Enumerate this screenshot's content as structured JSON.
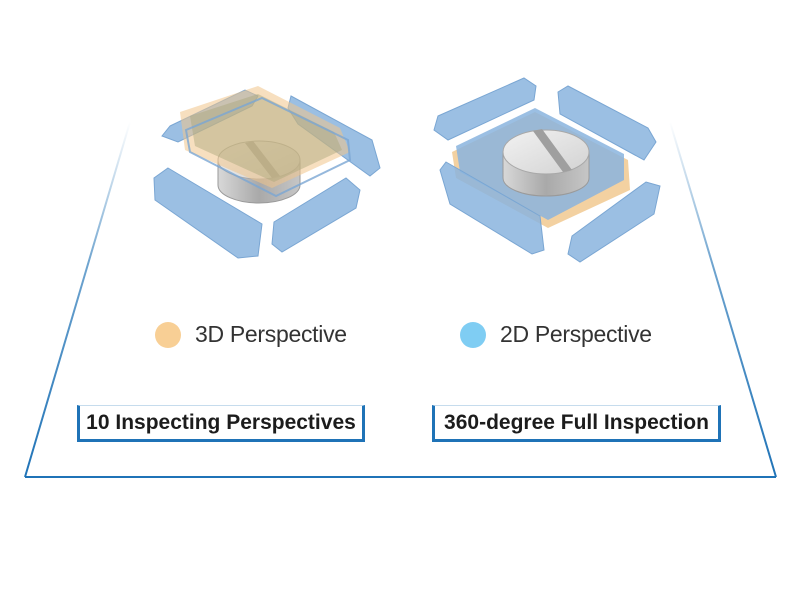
{
  "legend": {
    "item_3d": {
      "label": "3D Perspective",
      "color": "#f8cf95"
    },
    "item_2d": {
      "label": "2D Perspective",
      "color": "#7fcdf3"
    }
  },
  "captions": {
    "left": "10 Inspecting Perspectives",
    "right": "360-degree Full Inspection"
  },
  "colors": {
    "frame": "#1f73b7",
    "panel_blue": "#8ab4de",
    "panel_orange": "#f0c58a",
    "overlay_olive": "#b9b283",
    "pill_top": "#e4e4e4",
    "pill_side": "#b9b9b9"
  },
  "icons": {
    "left_illustration": "pill-3d-inspection-icon",
    "right_illustration": "pill-2d-inspection-icon"
  }
}
